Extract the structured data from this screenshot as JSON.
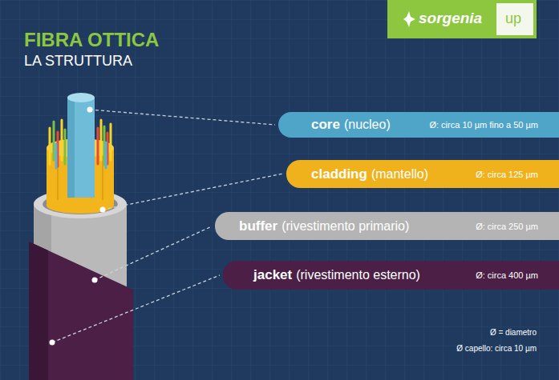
{
  "diagram": {
    "title": "FIBRA OTTICA",
    "nodes": [
      {
        "text": [
          "core",
          "(nucleo)",
          "Ø: circa 10 µm fino a 50 µm"
        ]
      },
      {
        "text": [
          "cladding",
          "(mantello)",
          "Ø: circa 125 µm"
        ]
      },
      {
        "text": [
          "buffer",
          "(rivestimento primario)",
          "Ø: circa 250 µm"
        ]
      },
      {
        "text": [
          "jacket",
          "(rivestimento esterno)",
          "Ø: circa 400 µm"
        ]
      }
    ],
    "labels": [
      "LA STRUTTURA",
      "sorgenia",
      "up",
      "Ø = diametro",
      "Ø capello: circa 10 µm"
    ]
  }
}
